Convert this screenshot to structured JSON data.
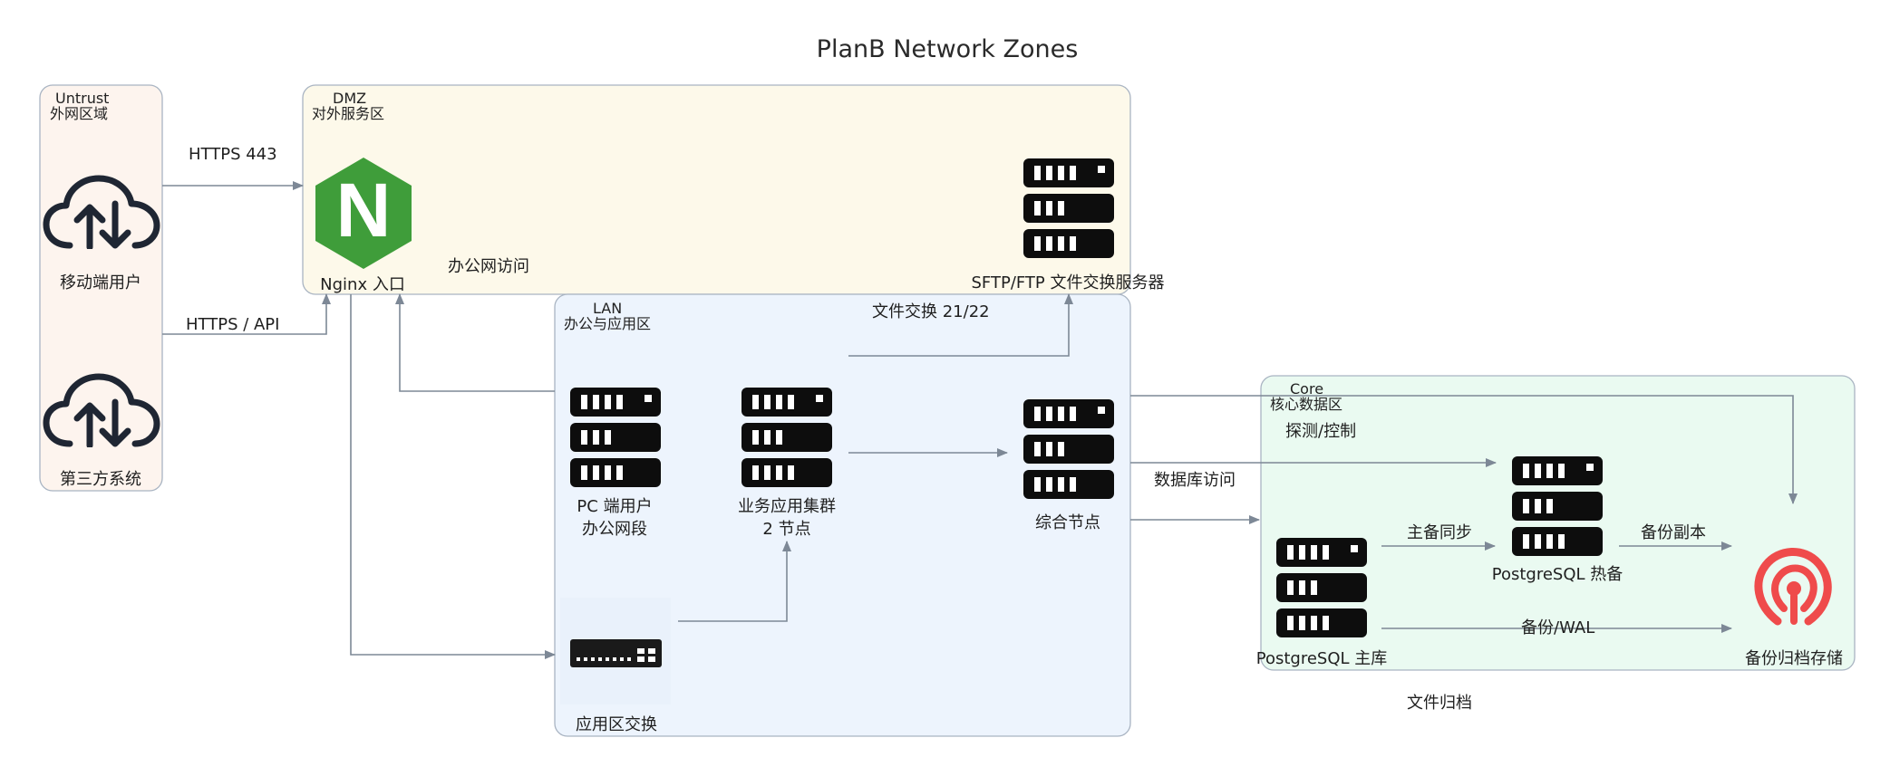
{
  "title": "PlanB Network Zones",
  "colors": {
    "untrust_fill": "#fdf4ee",
    "dmz_fill": "#fdf9ea",
    "lan_fill": "#edf4fd",
    "core_fill": "#eafaf1",
    "zone_border": "#a9b4c2",
    "edge": "#7d8896",
    "nginx_green": "#3f9d3a",
    "ceph_red": "#ef4b4b",
    "server_black": "#0d0d0d"
  },
  "zones": {
    "untrust": {
      "line1": "Untrust",
      "line2": "外网区域"
    },
    "dmz": {
      "line1": "DMZ",
      "line2": "对外服务区"
    },
    "lan": {
      "line1": "LAN",
      "line2": "办公与应用区"
    },
    "core": {
      "line1": "Core",
      "line2": "核心数据区"
    }
  },
  "nodes": {
    "mobile_users": {
      "label": "移动端用户",
      "icon": "cloud-upload-download-icon"
    },
    "third_party": {
      "label": "第三方系统",
      "icon": "cloud-upload-download-icon"
    },
    "nginx": {
      "label": "Nginx 入口",
      "icon": "nginx-logo-icon",
      "glyph": "N"
    },
    "sftp": {
      "label": "SFTP/FTP 文件交换服务器",
      "icon": "server-rack-icon"
    },
    "pc_users": {
      "line1": "PC 端用户",
      "line2": "办公网段",
      "icon": "server-rack-icon"
    },
    "app_cluster": {
      "line1": "业务应用集群",
      "line2": "2 节点",
      "icon": "server-rack-icon"
    },
    "combined_node": {
      "label": "综合节点",
      "icon": "server-rack-icon"
    },
    "app_switch": {
      "label": "应用区交换",
      "icon": "network-switch-icon"
    },
    "pg_primary": {
      "label": "PostgreSQL 主库",
      "icon": "server-rack-icon"
    },
    "pg_standby": {
      "label": "PostgreSQL 热备",
      "icon": "server-rack-icon"
    },
    "backup_storage": {
      "label": "备份归档存储",
      "icon": "ceph-storage-icon"
    }
  },
  "edge_labels": {
    "https_443": "HTTPS 443",
    "https_api": "HTTPS / API",
    "office_access": "办公网访问",
    "file_exchange": "文件交换 21/22",
    "probe_control": "探测/控制",
    "db_access": "数据库访问",
    "primary_sync": "主备同步",
    "backup_copy": "备份副本",
    "backup_wal": "备份/WAL",
    "file_archive": "文件归档"
  }
}
